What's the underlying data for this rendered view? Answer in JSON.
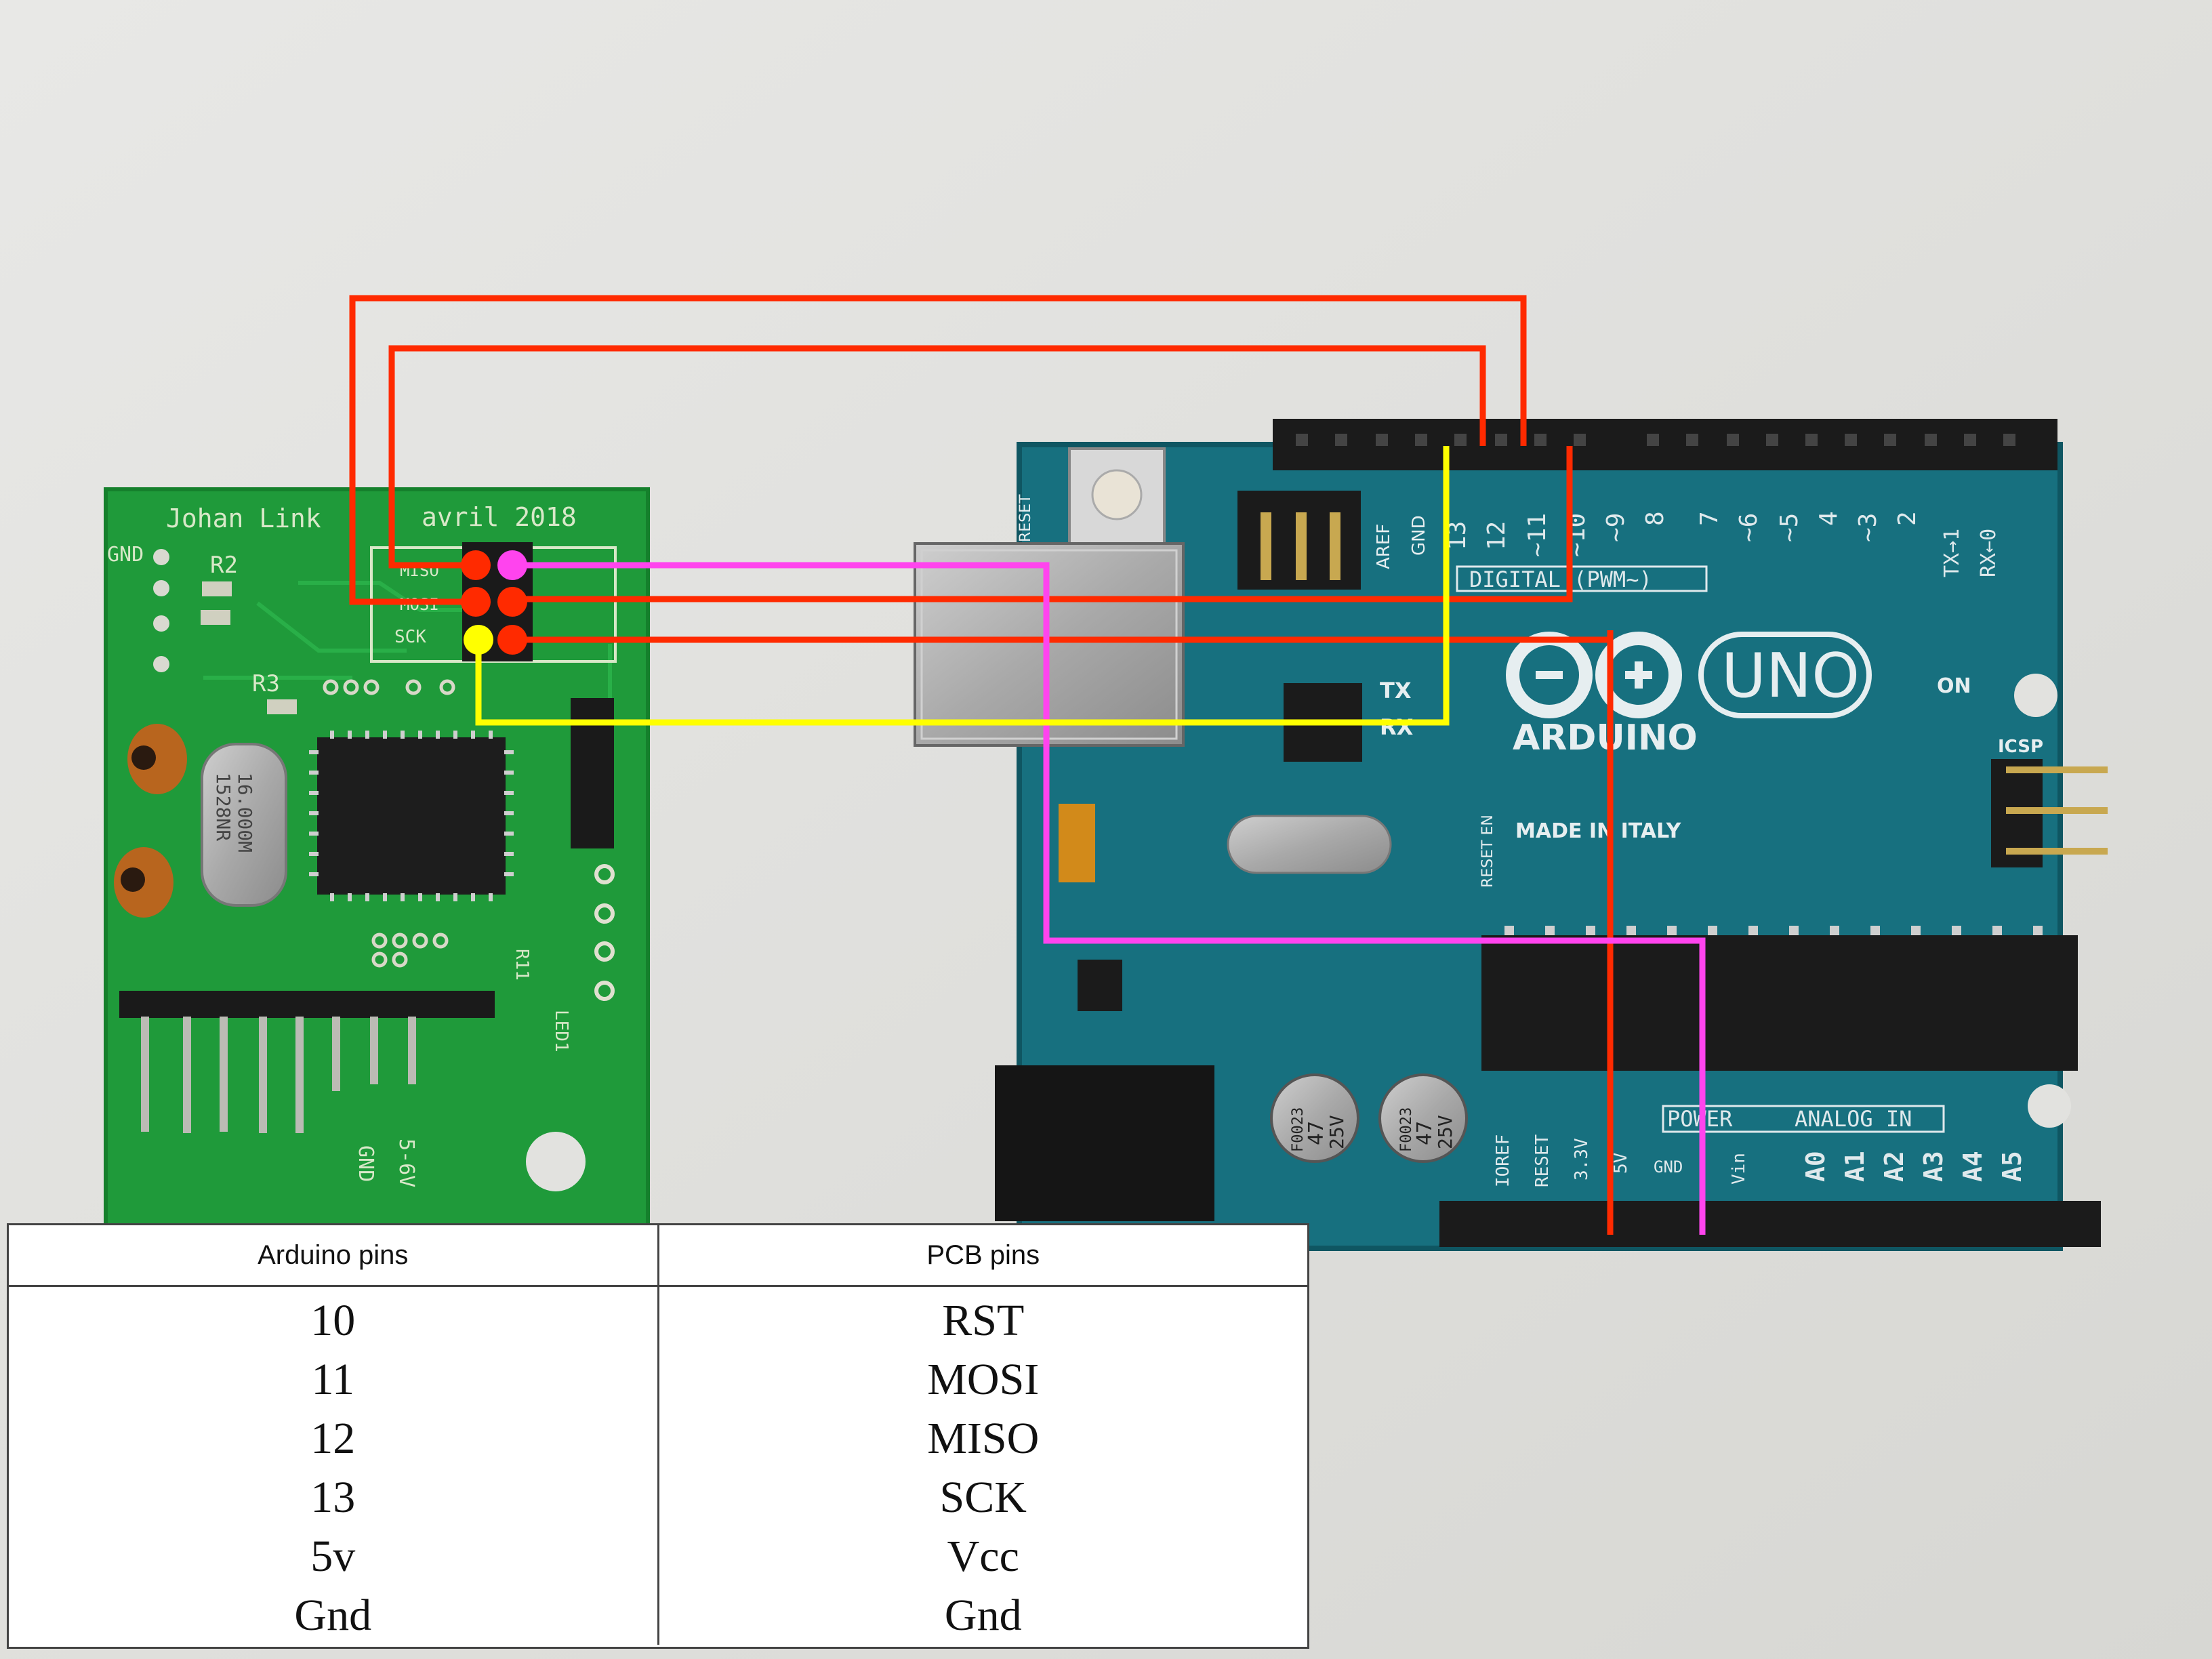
{
  "pcb": {
    "author": "Johan Link",
    "date": "avril 2018",
    "labels": {
      "gnd": "GND",
      "r2": "R2",
      "r3": "R3",
      "r11": "R11",
      "led1": "LED1",
      "crystal_line1": "16.000M",
      "crystal_line2": "1528NR",
      "miso": "MISO",
      "mosi": "MOSI",
      "sck": "SCK",
      "v5_6": "5-6V",
      "gnd_bottom": "GND"
    }
  },
  "arduino": {
    "brand": "ARDUINO",
    "model": "UNO",
    "digital": "DIGITAL (PWM~)",
    "power": "POWER",
    "analog": "ANALOG IN",
    "made_in": "MADE IN ITALY",
    "icsp": "ICSP",
    "on": "ON",
    "tx": "TX",
    "rx": "RX",
    "reset": "RESET",
    "aref": "AREF",
    "gnd": "GND",
    "reset_en": "RESET EN",
    "tx_arrow": "TX→1",
    "rx_arrow": "RX←0",
    "digital_pins": [
      "13",
      "12",
      "~11",
      "~10",
      "~9",
      "8",
      "7",
      "~6",
      "~5",
      "4",
      "~3",
      "2"
    ],
    "power_pins": [
      "IOREF",
      "RESET",
      "3.3V",
      "5V",
      "GND",
      "Vin"
    ],
    "analog_pins": [
      "A0",
      "A1",
      "A2",
      "A3",
      "A4",
      "A5"
    ],
    "cap_text": [
      "F0023",
      "47",
      "25V"
    ]
  },
  "wires": {
    "colors": {
      "red": "#ff2a00",
      "magenta": "#ff44ee",
      "yellow": "#ffff00"
    }
  },
  "pin_table": {
    "headers": [
      "Arduino pins",
      "PCB pins"
    ],
    "rows": [
      {
        "arduino": "10",
        "pcb": "RST"
      },
      {
        "arduino": "11",
        "pcb": "MOSI"
      },
      {
        "arduino": "12",
        "pcb": "MISO"
      },
      {
        "arduino": "13",
        "pcb": "SCK"
      },
      {
        "arduino": "5v",
        "pcb": "Vcc"
      },
      {
        "arduino": "Gnd",
        "pcb": "Gnd"
      }
    ]
  }
}
